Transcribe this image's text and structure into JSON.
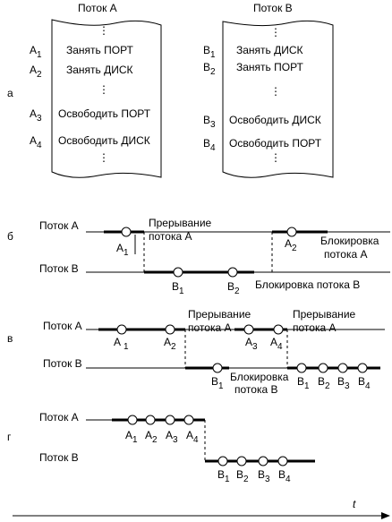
{
  "panel_labels": {
    "a": "а",
    "b": "б",
    "v": "в",
    "g": "г"
  },
  "scroll_a": {
    "title": "Поток A",
    "dots": "⋮",
    "rows": [
      {
        "letter": "A",
        "sub": "1",
        "text": "Занять ПОРТ"
      },
      {
        "letter": "A",
        "sub": "2",
        "text": "Занять ДИСК"
      },
      {
        "letter": "A",
        "sub": "3",
        "text": "Освободить ПОРТ"
      },
      {
        "letter": "A",
        "sub": "4",
        "text": "Освободить ДИСК"
      }
    ]
  },
  "scroll_b": {
    "title": "Поток B",
    "dots": "⋮",
    "rows": [
      {
        "letter": "B",
        "sub": "1",
        "text": "Занять ДИСК"
      },
      {
        "letter": "B",
        "sub": "2",
        "text": "Занять ПОРТ"
      },
      {
        "letter": "B",
        "sub": "3",
        "text": "Освободить ДИСК"
      },
      {
        "letter": "B",
        "sub": "4",
        "text": "Освободить ПОРТ"
      }
    ]
  },
  "thread_a": "Поток A",
  "thread_b": "Поток B",
  "section_b": {
    "interrupt_a": [
      "Прерывание",
      "потока A"
    ],
    "block_a": [
      "Блокировка",
      "потока A"
    ],
    "block_b": "Блокировка потока B",
    "labels": [
      {
        "letter": "A",
        "sub": "1"
      },
      {
        "letter": "B",
        "sub": "1"
      },
      {
        "letter": "B",
        "sub": "2"
      },
      {
        "letter": "A",
        "sub": "2"
      }
    ]
  },
  "section_v": {
    "interrupt_a": [
      "Прерывание",
      "потока A"
    ],
    "interrupt_a2": [
      "Прерывание",
      "потока A"
    ],
    "block_b": [
      "Блокировка",
      "потока B"
    ],
    "a_labels": [
      {
        "letter": "A",
        "sub": "1"
      },
      {
        "letter": "A",
        "sub": "2"
      },
      {
        "letter": "A",
        "sub": "3"
      },
      {
        "letter": "A",
        "sub": "4"
      }
    ],
    "b_labels": [
      {
        "letter": "B",
        "sub": "1"
      },
      {
        "letter": "B",
        "sub": "1"
      },
      {
        "letter": "B",
        "sub": "2"
      },
      {
        "letter": "B",
        "sub": "3"
      },
      {
        "letter": "B",
        "sub": "4"
      }
    ]
  },
  "section_g": {
    "a_labels": [
      {
        "letter": "A",
        "sub": "1"
      },
      {
        "letter": "A",
        "sub": "2"
      },
      {
        "letter": "A",
        "sub": "3"
      },
      {
        "letter": "A",
        "sub": "4"
      }
    ],
    "b_labels": [
      {
        "letter": "B",
        "sub": "1"
      },
      {
        "letter": "B",
        "sub": "2"
      },
      {
        "letter": "B",
        "sub": "3"
      },
      {
        "letter": "B",
        "sub": "4"
      }
    ]
  },
  "time_axis_label": "t"
}
